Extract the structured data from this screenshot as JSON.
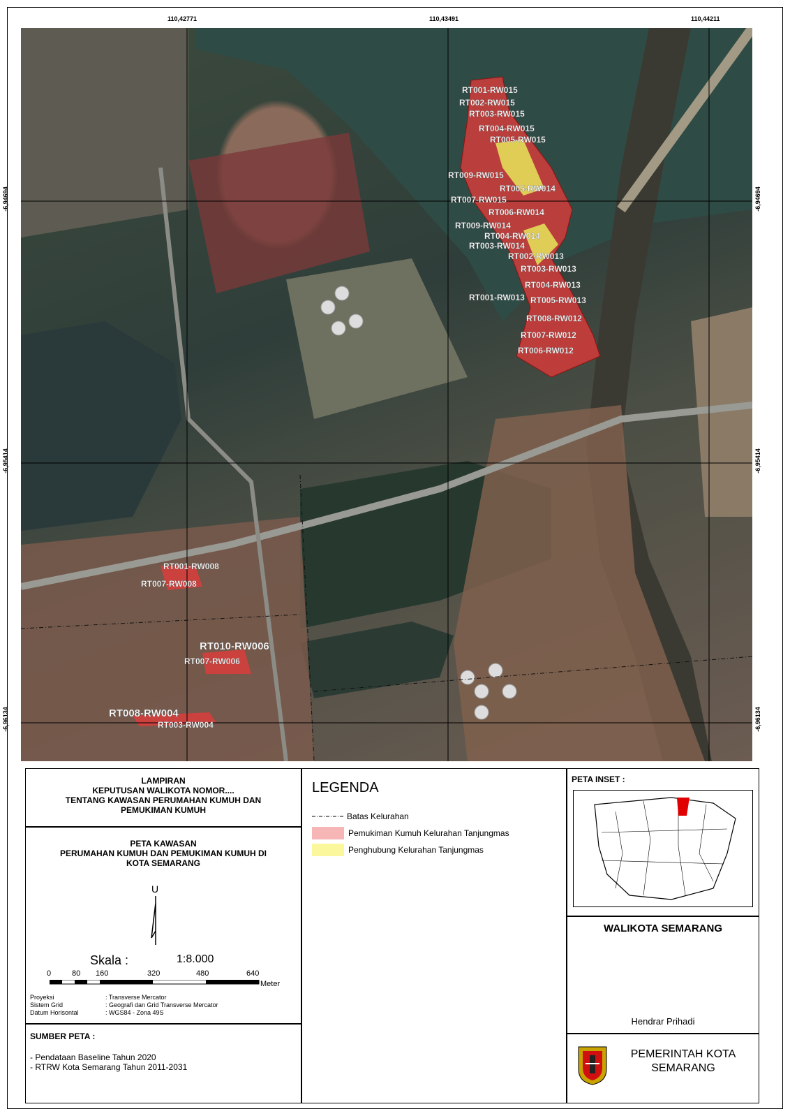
{
  "coords": {
    "x": [
      "110,42771",
      "110,43491",
      "110,44211"
    ],
    "y": [
      "-6,94694",
      "-6,95414",
      "-6,96134"
    ]
  },
  "map_labels": [
    "RT001-RW015",
    "RT002-RW015",
    "RT003-RW015",
    "RT004-RW015",
    "RT005-RW015",
    "RT009-RW015",
    "RT005-RW014",
    "RT007-RW015",
    "RT006-RW014",
    "RT009-RW014",
    "RT004-RW014",
    "RT003-RW014",
    "RT002-RW013",
    "RT003-RW013",
    "RT004-RW013",
    "RT001-RW013",
    "RT005-RW013",
    "RT008-RW012",
    "RT007-RW012",
    "RT006-RW012",
    "RT001-RW008",
    "RT007-RW008",
    "RT010-RW006",
    "RT007-RW006",
    "RT008-RW004",
    "RT003-RW004"
  ],
  "title_box": {
    "l1": "LAMPIRAN",
    "l2": "KEPUTUSAN WALIKOTA NOMOR....",
    "l3": "TENTANG KAWASAN PERUMAHAN KUMUH DAN",
    "l4": "PEMUKIMAN KUMUH"
  },
  "map_title": {
    "l1": "PETA KAWASAN",
    "l2": "PERUMAHAN KUMUH DAN PEMUKIMAN KUMUH DI",
    "l3": "KOTA SEMARANG"
  },
  "north": "U",
  "scale": {
    "label": "Skala :",
    "value": "1:8.000",
    "ticks": [
      "0",
      "80",
      "160",
      "320",
      "480",
      "640"
    ],
    "unit": "Meter"
  },
  "projection": [
    {
      "k": "Proyeksi",
      "v": ": Transverse Mercator"
    },
    {
      "k": "Sistem Grid",
      "v": ": Geografi dan Grid Transverse Mercator"
    },
    {
      "k": "Datum Horisontal",
      "v": ": WGS84 - Zona 49S"
    }
  ],
  "sumber": {
    "title": "SUMBER PETA :",
    "items": [
      "- Pendataan Baseline Tahun 2020",
      "- RTRW Kota Semarang Tahun 2011-2031"
    ]
  },
  "legend": {
    "title": "LEGENDA",
    "items": [
      {
        "label": "Batas Kelurahan",
        "color": ""
      },
      {
        "label": "Pemukiman Kumuh Kelurahan Tanjungmas",
        "color": "#f7b6b6"
      },
      {
        "label": "Penghubung Kelurahan Tanjungmas",
        "color": "#fbf79c"
      }
    ]
  },
  "inset": {
    "title": "PETA INSET :"
  },
  "walikota": {
    "title": "WALIKOTA SEMARANG",
    "name": "Hendrar Prihadi"
  },
  "pemerintah": {
    "l1": "PEMERINTAH KOTA",
    "l2": "SEMARANG"
  },
  "colors": {
    "slum": "#e83a3a",
    "connector": "#e6e65a",
    "water": "#2c4a44"
  }
}
